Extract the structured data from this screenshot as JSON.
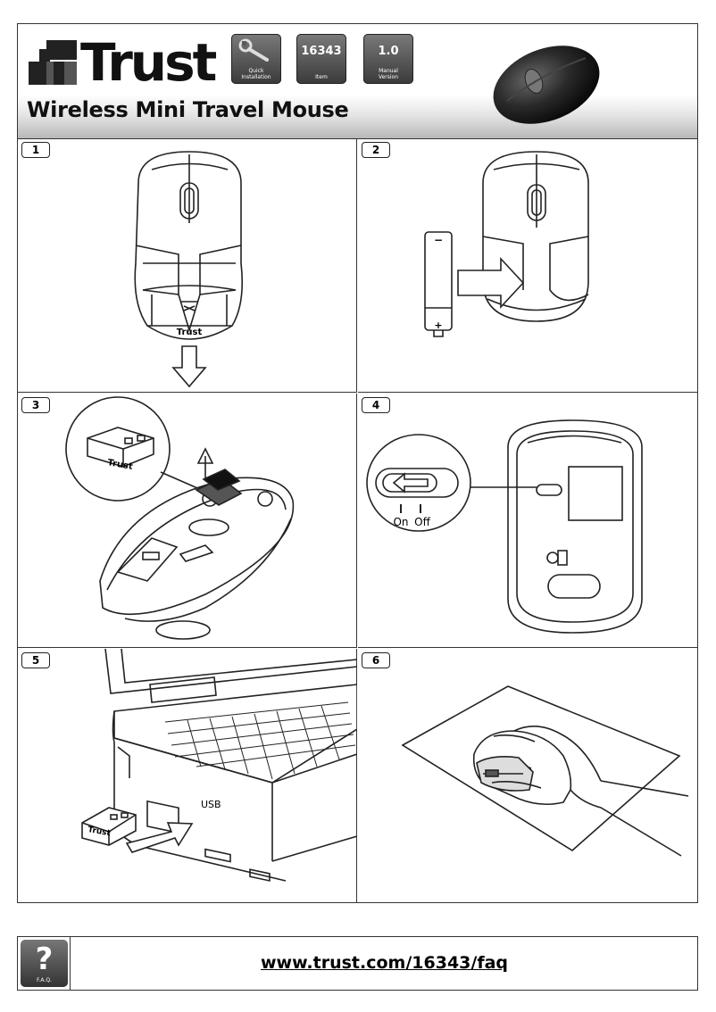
{
  "header": {
    "brand": "Trust",
    "title": "Wireless Mini Travel Mouse",
    "badges": [
      {
        "type": "icon",
        "label_line1": "Quick",
        "label_line2": "Installation",
        "icon": "wrench-icon"
      },
      {
        "type": "text",
        "value": "16343",
        "label": "Item"
      },
      {
        "type": "text",
        "value": "1.0",
        "label_line1": "Manual",
        "label_line2": "Version"
      }
    ]
  },
  "steps": [
    {
      "number": "1",
      "mouse_brand": "Trust"
    },
    {
      "number": "2",
      "battery_minus": "−",
      "battery_plus": "+"
    },
    {
      "number": "3",
      "receiver_brand": "Trust"
    },
    {
      "number": "4",
      "switch_on": "On",
      "switch_off": "Off"
    },
    {
      "number": "5",
      "port_label": "USB",
      "receiver_brand": "Trust"
    },
    {
      "number": "6"
    }
  ],
  "faq": {
    "icon_glyph": "?",
    "icon_label": "F.A.Q.",
    "url": "www.trust.com/16343/faq"
  }
}
